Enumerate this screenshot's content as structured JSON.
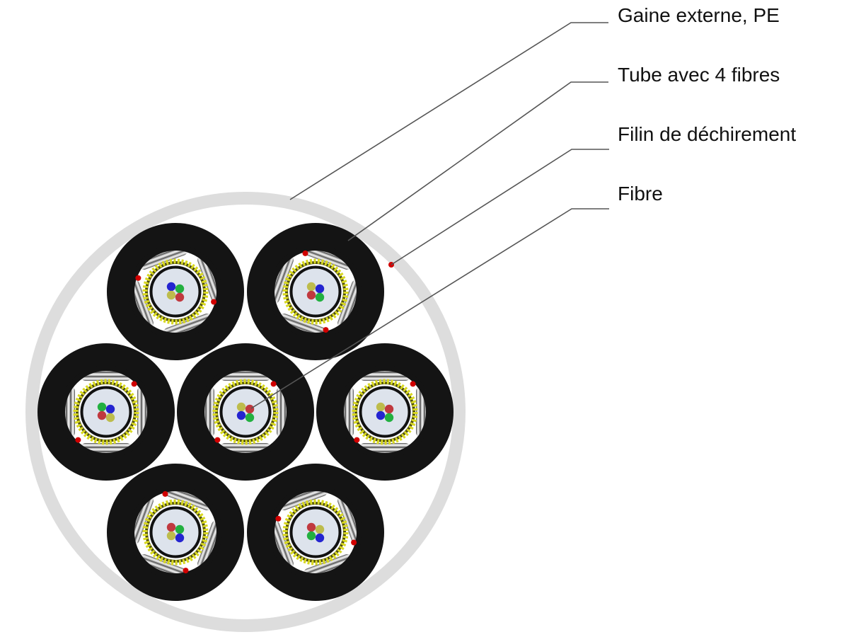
{
  "title": "Cross-section of multi-tube fibre optic cable",
  "labels": [
    {
      "id": "outer-sheath",
      "text": "Gaine externe, PE"
    },
    {
      "id": "tube",
      "text": "Tube avec 4 fibres"
    },
    {
      "id": "ripcord",
      "text": "Filin de déchirement"
    },
    {
      "id": "fibre",
      "text": "Fibre"
    }
  ],
  "colors": {
    "outer_sheath": "#dddddd",
    "sub_jacket": "#141414",
    "strength_member_dark": "#6a6a6a",
    "strength_member_light": "#d8d8d8",
    "yarn_dark": "#4a4a10",
    "yarn_light": "#d8d820",
    "tube_wall": "#111111",
    "gel": "#dde3ec",
    "ripcord": "#d00000",
    "leader": "#555555",
    "fibre_colors": {
      "yellow": "#bdbc4c",
      "red": "#c0393f",
      "blue": "#2424d0",
      "green": "#22b040"
    }
  },
  "sub_cables": [
    {
      "name": "top-left",
      "strength_orientation": "diagonal",
      "fibres": [
        "blue",
        "green",
        "yellow",
        "red"
      ]
    },
    {
      "name": "top-right",
      "strength_orientation": "diagonal",
      "fibres": [
        "yellow",
        "blue",
        "red",
        "green"
      ]
    },
    {
      "name": "left",
      "strength_orientation": "vertical",
      "fibres": [
        "green",
        "blue",
        "red",
        "yellow"
      ]
    },
    {
      "name": "center",
      "strength_orientation": "vertical",
      "fibres": [
        "yellow",
        "red",
        "blue",
        "green"
      ]
    },
    {
      "name": "right",
      "strength_orientation": "vertical",
      "fibres": [
        "yellow",
        "red",
        "blue",
        "green"
      ]
    },
    {
      "name": "bottom-left",
      "strength_orientation": "diagonal",
      "fibres": [
        "red",
        "green",
        "yellow",
        "blue"
      ]
    },
    {
      "name": "bottom-right",
      "strength_orientation": "diagonal",
      "fibres": [
        "red",
        "yellow",
        "green",
        "blue"
      ]
    }
  ]
}
